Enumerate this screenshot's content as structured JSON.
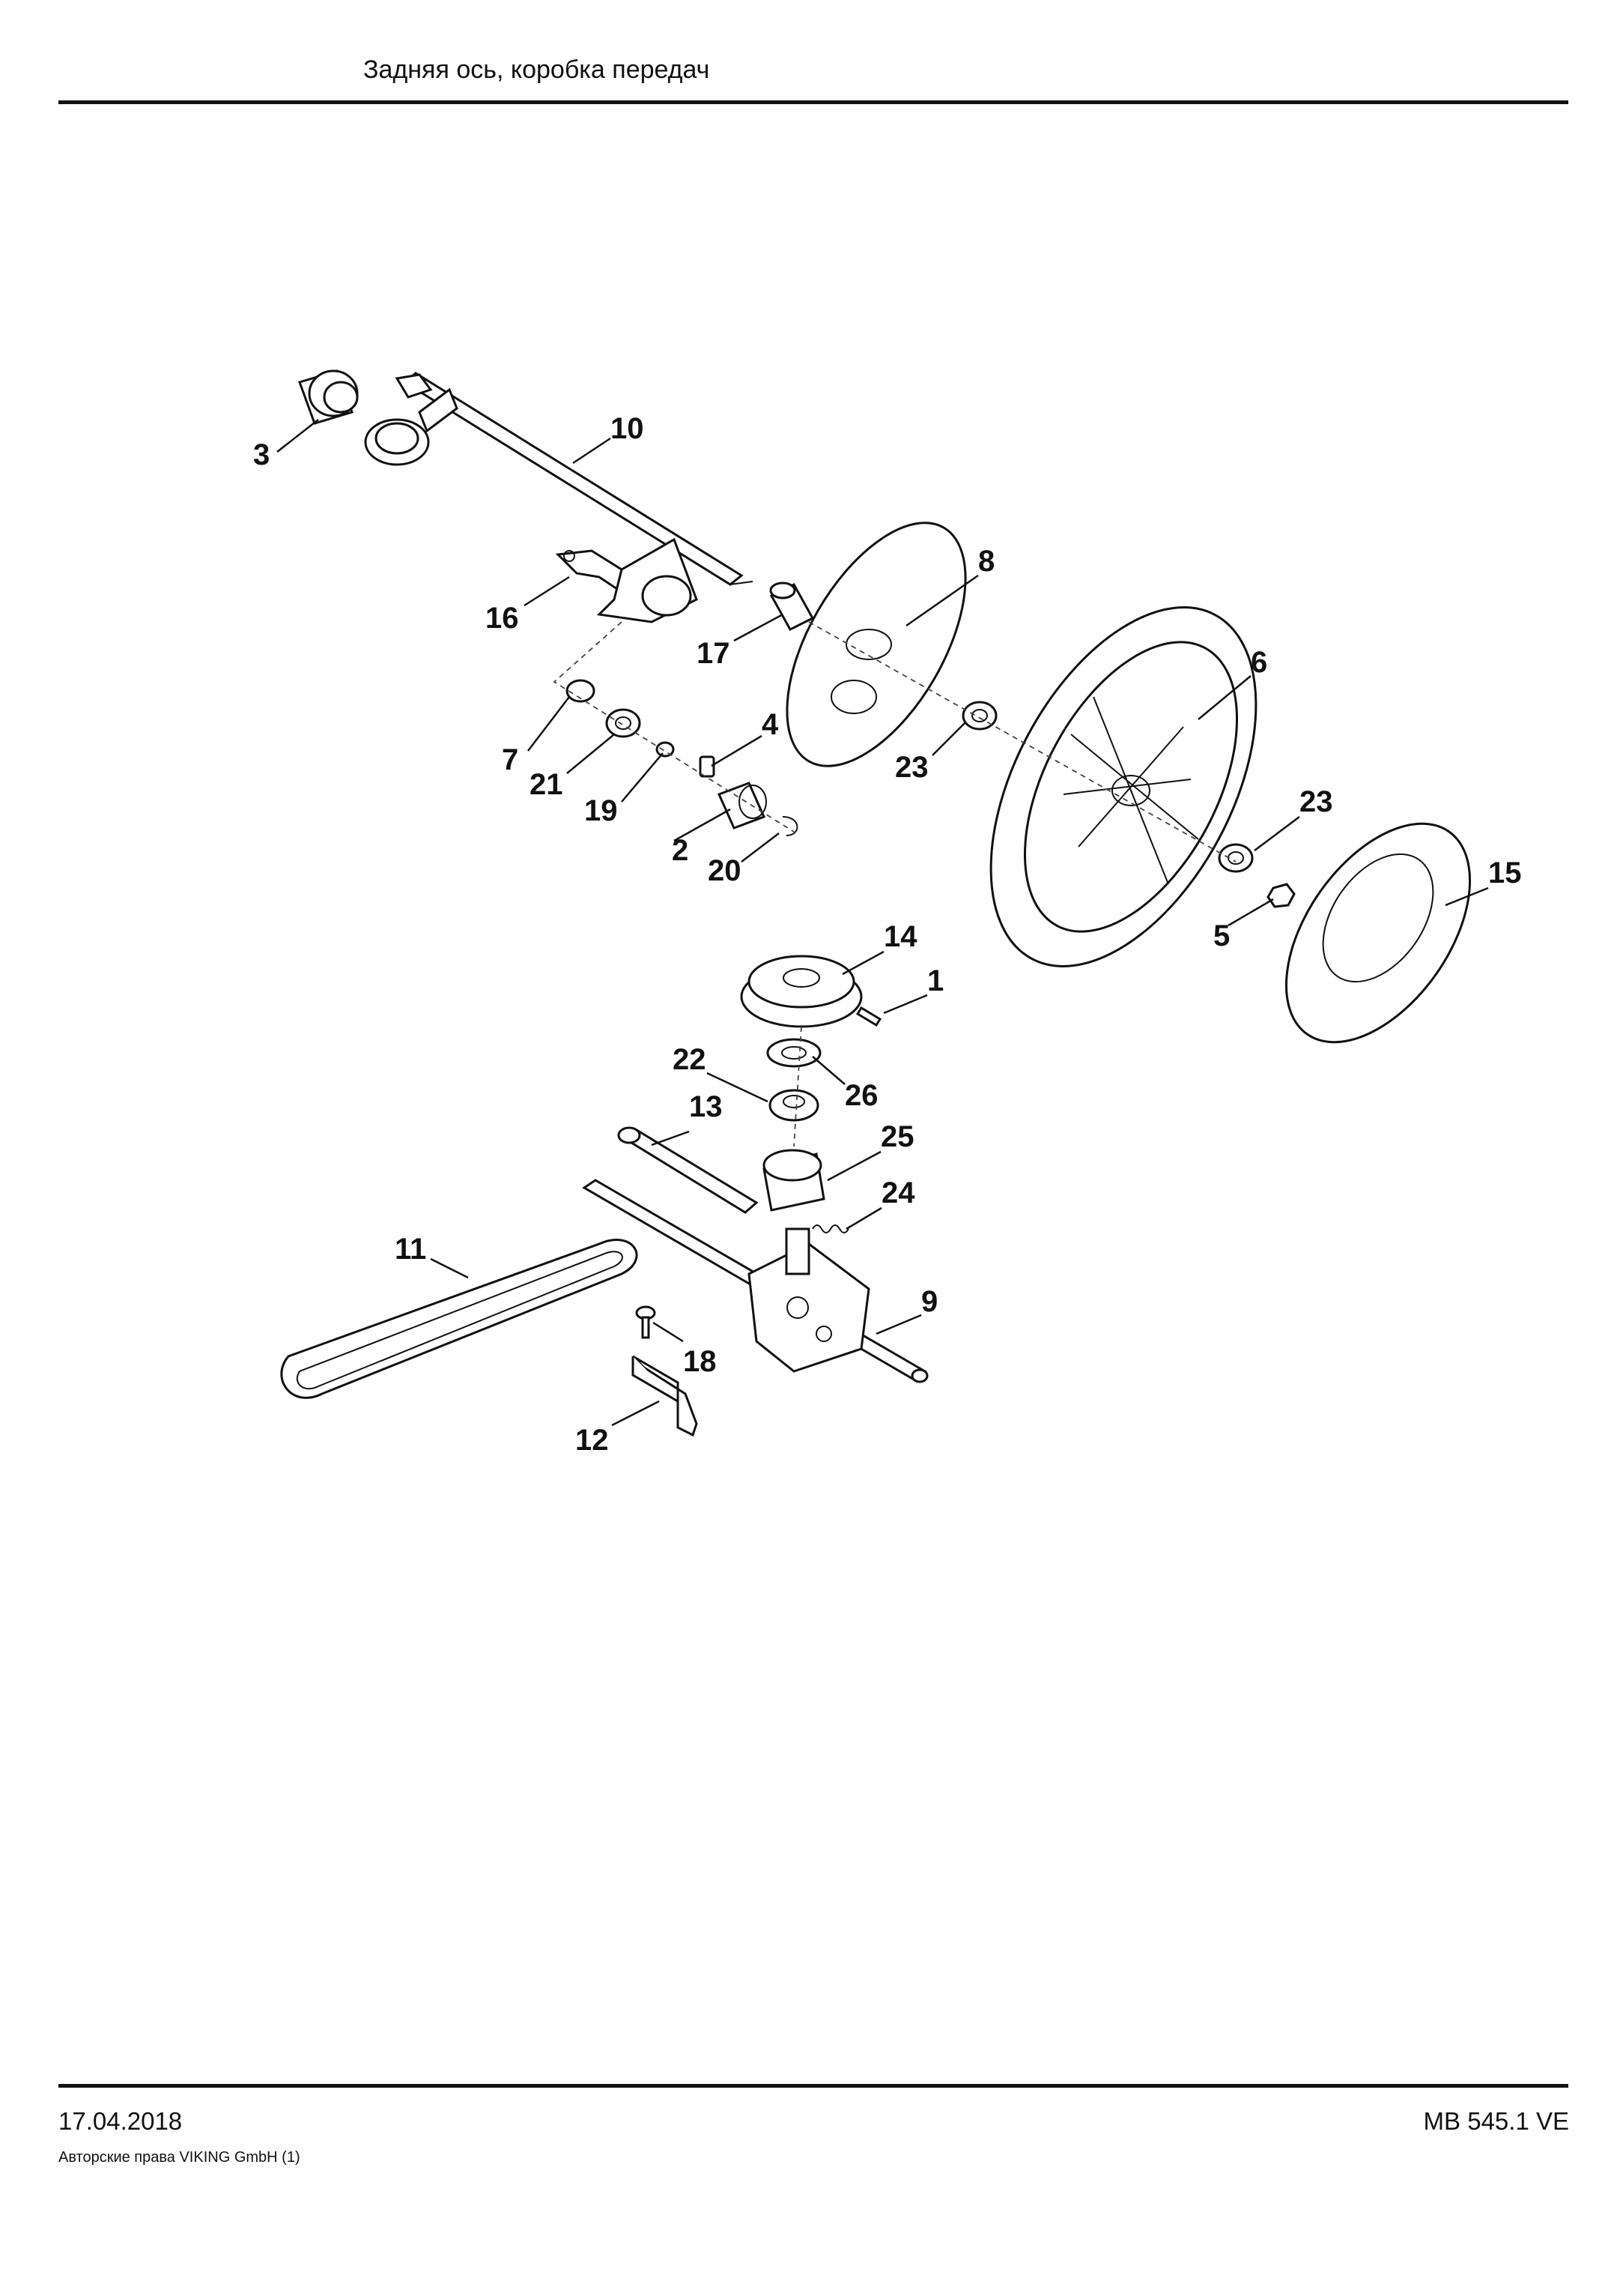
{
  "header": {
    "title": "Задняя ось, коробка передач"
  },
  "footer": {
    "date": "17.04.2018",
    "model": "MB 545.1 VE",
    "copyright": "Авторские права VIKING GmbH  (1)"
  },
  "diagram": {
    "callouts": [
      {
        "id": "c10",
        "label": "10"
      },
      {
        "id": "c3",
        "label": "3"
      },
      {
        "id": "c8",
        "label": "8"
      },
      {
        "id": "c16",
        "label": "16"
      },
      {
        "id": "c17",
        "label": "17"
      },
      {
        "id": "c6",
        "label": "6"
      },
      {
        "id": "c7",
        "label": "7"
      },
      {
        "id": "c4",
        "label": "4"
      },
      {
        "id": "c21",
        "label": "21"
      },
      {
        "id": "c19",
        "label": "19"
      },
      {
        "id": "c23a",
        "label": "23"
      },
      {
        "id": "c23b",
        "label": "23"
      },
      {
        "id": "c2",
        "label": "2"
      },
      {
        "id": "c20",
        "label": "20"
      },
      {
        "id": "c15",
        "label": "15"
      },
      {
        "id": "c5",
        "label": "5"
      },
      {
        "id": "c14",
        "label": "14"
      },
      {
        "id": "c1",
        "label": "1"
      },
      {
        "id": "c22",
        "label": "22"
      },
      {
        "id": "c26",
        "label": "26"
      },
      {
        "id": "c13",
        "label": "13"
      },
      {
        "id": "c25",
        "label": "25"
      },
      {
        "id": "c24",
        "label": "24"
      },
      {
        "id": "c11",
        "label": "11"
      },
      {
        "id": "c9",
        "label": "9"
      },
      {
        "id": "c18",
        "label": "18"
      },
      {
        "id": "c12",
        "label": "12"
      }
    ]
  }
}
